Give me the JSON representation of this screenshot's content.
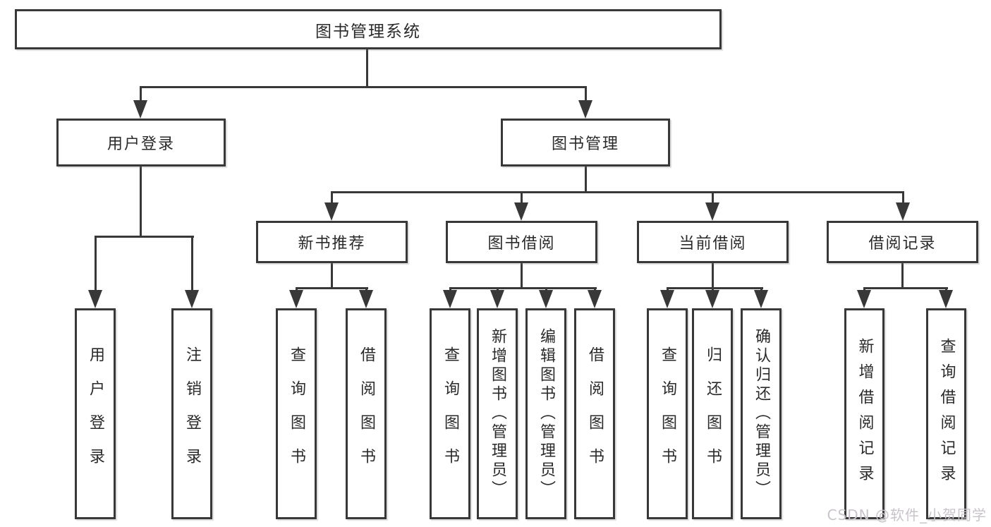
{
  "diagram": {
    "type": "tree",
    "line_color": "#383838",
    "box_background": "#ffffff",
    "text_color": "#2a2a2a",
    "nodes": [
      {
        "id": "root",
        "label": "图书管理系统",
        "orient": "h"
      },
      {
        "id": "user-login",
        "label": "用户登录",
        "orient": "h"
      },
      {
        "id": "book-mgmt",
        "label": "图书管理",
        "orient": "h"
      },
      {
        "id": "new-book-rec",
        "label": "新书推荐",
        "orient": "h"
      },
      {
        "id": "book-borrow",
        "label": "图书借阅",
        "orient": "h"
      },
      {
        "id": "current-borrow",
        "label": "当前借阅",
        "orient": "h"
      },
      {
        "id": "borrow-records",
        "label": "借阅记录",
        "orient": "h"
      },
      {
        "id": "user-login-v",
        "label": "用户登录",
        "orient": "v"
      },
      {
        "id": "logout-v",
        "label": "注销登录",
        "orient": "v"
      },
      {
        "id": "query-books-1",
        "label": "查询图书",
        "orient": "v"
      },
      {
        "id": "borrow-books-1",
        "label": "借阅图书",
        "orient": "v"
      },
      {
        "id": "query-books-2",
        "label": "查询图书",
        "orient": "v"
      },
      {
        "id": "add-books",
        "label": "新增图书（管理员）",
        "orient": "v"
      },
      {
        "id": "edit-books",
        "label": "编辑图书（管理员）",
        "orient": "v"
      },
      {
        "id": "borrow-books-2",
        "label": "借阅图书",
        "orient": "v"
      },
      {
        "id": "query-books-3",
        "label": "查询图书",
        "orient": "v"
      },
      {
        "id": "return-books",
        "label": "归还图书",
        "orient": "v"
      },
      {
        "id": "confirm-return",
        "label": "确认归还（管理员）",
        "orient": "v"
      },
      {
        "id": "add-borrow-record",
        "label": "新增借阅记录",
        "orient": "v"
      },
      {
        "id": "query-borrow-record",
        "label": "查询借阅记录",
        "orient": "v"
      }
    ],
    "tree": {
      "图书管理系统": {
        "用户登录": [
          "用户登录",
          "注销登录"
        ],
        "图书管理": {
          "新书推荐": [
            "查询图书",
            "借阅图书"
          ],
          "图书借阅": [
            "查询图书",
            "新增图书（管理员）",
            "编辑图书（管理员）",
            "借阅图书"
          ],
          "当前借阅": [
            "查询图书",
            "归还图书",
            "确认归还（管理员）"
          ],
          "借阅记录": [
            "新增借阅记录",
            "查询借阅记录"
          ]
        }
      }
    }
  },
  "watermark": {
    "text": "CSDN @软件_小贺同学",
    "color": "#c9c4ca"
  }
}
